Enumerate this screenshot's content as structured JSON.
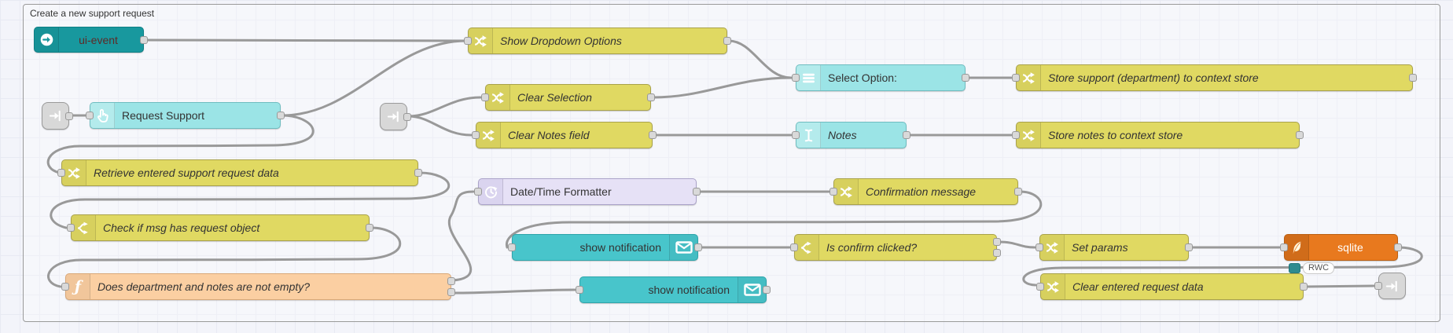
{
  "group": {
    "label": "Create a new support request"
  },
  "nodes": [
    {
      "id": "ui-event",
      "label": "ui-event",
      "type": "ui-event",
      "icon": "event-arrow-icon",
      "outputs": 1,
      "inputs": 0
    },
    {
      "id": "request-support",
      "label": "Request Support",
      "type": "ui-button",
      "icon": "pointer-icon",
      "outputs": 1,
      "inputs": 1
    },
    {
      "id": "show-dropdown-options",
      "label": "Show Dropdown Options",
      "type": "change",
      "icon": "shuffle-icon",
      "outputs": 1,
      "inputs": 1
    },
    {
      "id": "clear-selection",
      "label": "Clear Selection",
      "type": "change",
      "icon": "shuffle-icon",
      "outputs": 1,
      "inputs": 1
    },
    {
      "id": "clear-notes-field",
      "label": "Clear Notes field",
      "type": "change",
      "icon": "shuffle-icon",
      "outputs": 1,
      "inputs": 1
    },
    {
      "id": "select-option",
      "label": "Select Option:",
      "type": "ui-dropdown",
      "icon": "dropdown-icon",
      "outputs": 1,
      "inputs": 1
    },
    {
      "id": "notes",
      "label": "Notes",
      "type": "ui-text-input",
      "icon": "text-cursor-icon",
      "outputs": 1,
      "inputs": 1
    },
    {
      "id": "store-support",
      "label": "Store support (department) to context store",
      "type": "change",
      "icon": "shuffle-icon",
      "outputs": 1,
      "inputs": 1
    },
    {
      "id": "store-notes",
      "label": "Store notes to context store",
      "type": "change",
      "icon": "shuffle-icon",
      "outputs": 1,
      "inputs": 1
    },
    {
      "id": "retrieve-request-data",
      "label": "Retrieve entered support request data",
      "type": "change",
      "icon": "shuffle-icon",
      "outputs": 1,
      "inputs": 1
    },
    {
      "id": "datetime-formatter",
      "label": "Date/Time Formatter",
      "type": "moment",
      "icon": "timer-icon",
      "outputs": 1,
      "inputs": 1
    },
    {
      "id": "confirmation-message",
      "label": "Confirmation message",
      "type": "change",
      "icon": "shuffle-icon",
      "outputs": 1,
      "inputs": 1
    },
    {
      "id": "check-request-object",
      "label": "Check if msg has request object",
      "type": "switch",
      "icon": "switch-icon",
      "outputs": 1,
      "inputs": 1
    },
    {
      "id": "validate-not-empty",
      "label": "Does department and notes are not empty?",
      "type": "function",
      "icon": "function-icon",
      "outputs": 2,
      "inputs": 1
    },
    {
      "id": "show-notification-1",
      "label": "show notification",
      "type": "ui-notification",
      "icon": "envelope-icon",
      "outputs": 1,
      "inputs": 1
    },
    {
      "id": "is-confirm-clicked",
      "label": "Is confirm clicked?",
      "type": "switch",
      "icon": "switch-icon",
      "outputs": 2,
      "inputs": 1
    },
    {
      "id": "set-params",
      "label": "Set params",
      "type": "change",
      "icon": "shuffle-icon",
      "outputs": 1,
      "inputs": 1
    },
    {
      "id": "sqlite",
      "label": "sqlite",
      "type": "sqlite",
      "icon": "feather-icon",
      "outputs": 1,
      "inputs": 1
    },
    {
      "id": "show-notification-2",
      "label": "show notification",
      "type": "ui-notification",
      "icon": "envelope-icon",
      "outputs": 1,
      "inputs": 1
    },
    {
      "id": "clear-entered-request-data",
      "label": "Clear entered request data",
      "type": "change",
      "icon": "shuffle-icon",
      "outputs": 1,
      "inputs": 1
    }
  ],
  "link_nodes": [
    {
      "id": "link-in-1",
      "type": "link-in",
      "icon": "link-icon"
    },
    {
      "id": "link-in-2",
      "type": "link-in",
      "icon": "link-icon"
    },
    {
      "id": "link-out-1",
      "type": "link-out",
      "icon": "link-icon"
    }
  ],
  "badges": {
    "sqlite_mode": "RWC"
  },
  "colors": {
    "change_node": "#E0D962",
    "function_node": "#FBCFA2",
    "ui_widget_node": "#9BE4E6",
    "notification_node": "#48C5CB",
    "ui_event_node": "#18989E",
    "datetime_node": "#E6E1F6",
    "sqlite_node": "#E8791E",
    "link_node": "#D8D8D8",
    "wire": "#999999",
    "port": "#D9D9D9",
    "canvas": "#F3F4FA"
  }
}
